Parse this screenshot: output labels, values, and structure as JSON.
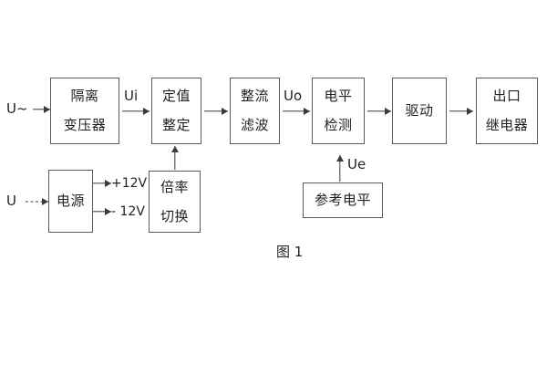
{
  "diagram": {
    "caption": "图 1",
    "inputs": [
      {
        "name": "ac-input",
        "label": "U~"
      },
      {
        "name": "dc-input",
        "label": "U"
      }
    ],
    "signals": [
      {
        "name": "ui",
        "label": "Ui"
      },
      {
        "name": "uo",
        "label": "Uo"
      },
      {
        "name": "ue",
        "label": "Ue"
      }
    ],
    "supply_rails": [
      {
        "name": "positive-rail",
        "label": "+12V"
      },
      {
        "name": "negative-rail",
        "label": "- 12V"
      }
    ],
    "blocks": [
      {
        "id": "isolation-transformer",
        "lines": [
          "隔离",
          "变压器"
        ]
      },
      {
        "id": "setpoint-adjust",
        "lines": [
          "定值",
          "整定"
        ]
      },
      {
        "id": "rectify-filter",
        "lines": [
          "整流",
          "滤波"
        ]
      },
      {
        "id": "level-detect",
        "lines": [
          "电平",
          "检测"
        ]
      },
      {
        "id": "drive",
        "lines": [
          "驱动"
        ]
      },
      {
        "id": "output-relay",
        "lines": [
          "出口",
          "继电器"
        ]
      },
      {
        "id": "power-supply",
        "lines": [
          "电源"
        ]
      },
      {
        "id": "multiplier-switch",
        "lines": [
          "倍率",
          "切换"
        ]
      },
      {
        "id": "reference-level",
        "lines": [
          "参考电平"
        ]
      }
    ]
  },
  "colors": {
    "box_border": "#5a5a5a",
    "line": "#3a3a3a",
    "text": "#231f20",
    "background": "#ffffff"
  }
}
